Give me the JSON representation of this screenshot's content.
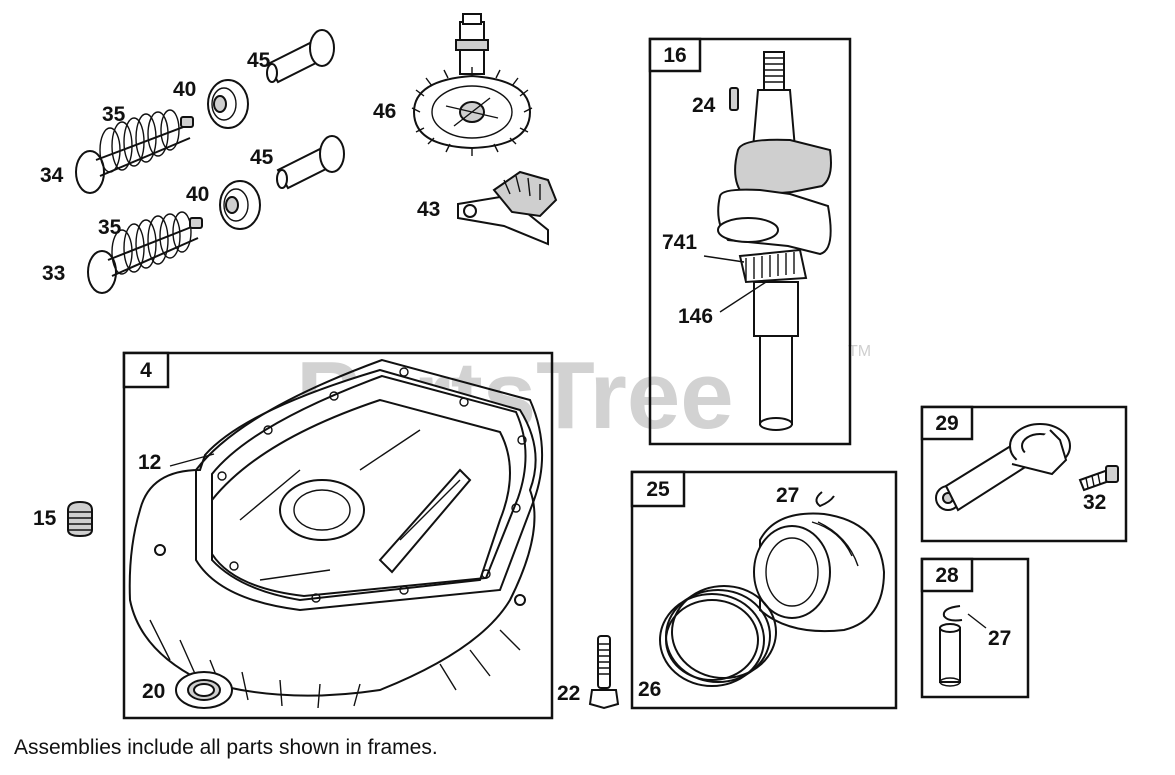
{
  "watermark": {
    "brand": "PartsTree",
    "trademark": "TM"
  },
  "footer_note": "Assemblies include all parts shown in frames.",
  "frames": [
    {
      "id": "frame-4",
      "label": "4"
    },
    {
      "id": "frame-16",
      "label": "16"
    },
    {
      "id": "frame-25",
      "label": "25"
    },
    {
      "id": "frame-28",
      "label": "28"
    },
    {
      "id": "frame-29",
      "label": "29"
    }
  ],
  "callouts": {
    "p45a": "45",
    "p40a": "40",
    "p35a": "35",
    "p34": "34",
    "p45b": "45",
    "p40b": "40",
    "p35b": "35",
    "p33": "33",
    "p46": "46",
    "p43": "43",
    "p24": "24",
    "p741": "741",
    "p146": "146",
    "p12": "12",
    "p15": "15",
    "p20": "20",
    "p22": "22",
    "p27a": "27",
    "p26": "26",
    "p32": "32",
    "p27b": "27"
  }
}
